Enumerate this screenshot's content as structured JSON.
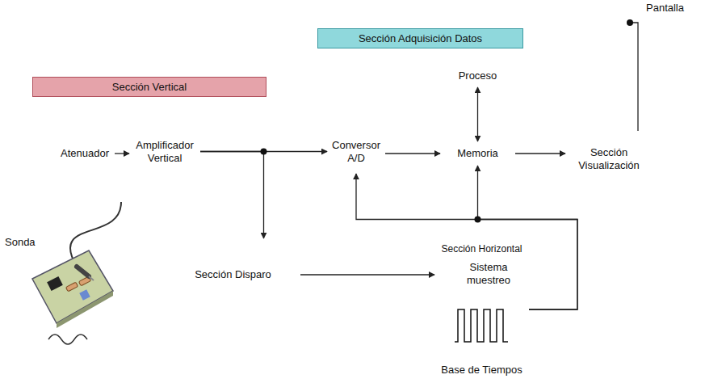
{
  "diagram": {
    "nodes": [
      {
        "text": [
          "Sección Vertical"
        ]
      },
      {
        "text": [
          "Atenuador"
        ],
        "in": 0
      },
      {
        "text": [
          "Amplificador Vertical"
        ],
        "in": 0
      },
      {
        "text": [
          "Sección Adquisición Datos"
        ]
      },
      {
        "text": [
          "Proceso"
        ],
        "in": 3
      },
      {
        "text": [
          "Conversor A/D"
        ],
        "in": 3
      },
      {
        "text": [
          "Memoria"
        ],
        "in": 3
      },
      {
        "text": [
          "Sección Visualización"
        ]
      },
      {
        "text": [
          "Pantalla"
        ]
      },
      {
        "text": [
          "Sección Disparo"
        ]
      },
      {
        "text": [
          "Sección Horizontal",
          "Base de Tiempos"
        ]
      },
      {
        "text": [
          "Sistema muestreo"
        ],
        "in": 10
      }
    ],
    "edges": [
      {
        "from": 1,
        "to": 2,
        "arrow": "to"
      },
      {
        "from": 2,
        "to": 5,
        "arrow": "to"
      },
      {
        "from": 2,
        "to": 9,
        "arrow": "to"
      },
      {
        "from": 5,
        "to": 6,
        "arrow": "to"
      },
      {
        "from": 6,
        "to": 4,
        "arrow": "both"
      },
      {
        "from": 6,
        "to": 7,
        "arrow": "to"
      },
      {
        "from": 7,
        "to": 8,
        "arrow": "none"
      },
      {
        "from": 9,
        "to": 10,
        "arrow": "to"
      },
      {
        "from": 10,
        "to": 5,
        "arrow": "to"
      },
      {
        "from": 10,
        "to": 6,
        "arrow": "to"
      }
    ],
    "labels": [
      "Sonda"
    ]
  }
}
